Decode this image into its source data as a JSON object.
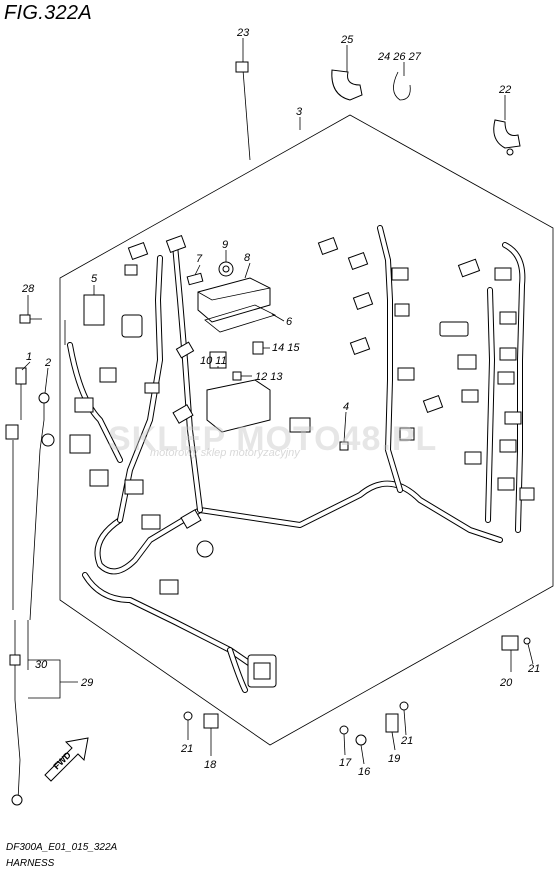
{
  "figure": {
    "title": "FIG.322A",
    "code": "DF300A_E01_015_322A",
    "caption": "HARNESS",
    "direction_label": "FWD"
  },
  "watermark": {
    "text": "SKLEP MOTO48.PL",
    "subtext": "motorowy sklep motoryzacyjny"
  },
  "callouts": {
    "c1": "1",
    "c2": "2",
    "c3": "3",
    "c4": "4",
    "c5": "5",
    "c6": "6",
    "c7": "7",
    "c8": "8",
    "c9": "9",
    "c10_11": "10 11",
    "c12_13": "12 13",
    "c14_15": "14 15",
    "c16": "16",
    "c17": "17",
    "c18": "18",
    "c19": "19",
    "c20": "20",
    "c21a": "21",
    "c21b": "21",
    "c21c": "21",
    "c22": "22",
    "c23": "23",
    "c24_26_27": "24 26 27",
    "c25": "25",
    "c28": "28",
    "c29": "29",
    "c30": "30"
  }
}
